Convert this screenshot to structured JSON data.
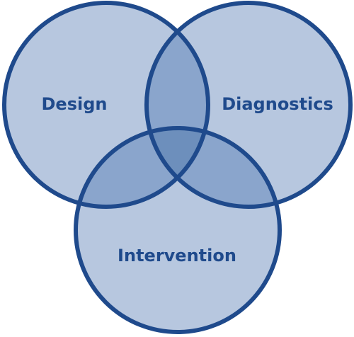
{
  "colors": {
    "circle_fill": "#b7c7df",
    "pair_overlap": "#8aa5cc",
    "triple_overlap": "#6d8fbc",
    "stroke": "#1f4a8c",
    "text": "#1f4a8c",
    "background": "#ffffff"
  },
  "diagram": {
    "type": "venn-3",
    "sets": [
      {
        "key": "design",
        "label": "Design"
      },
      {
        "key": "diagnostics",
        "label": "Diagnostics"
      },
      {
        "key": "intervention",
        "label": "Intervention"
      }
    ]
  }
}
